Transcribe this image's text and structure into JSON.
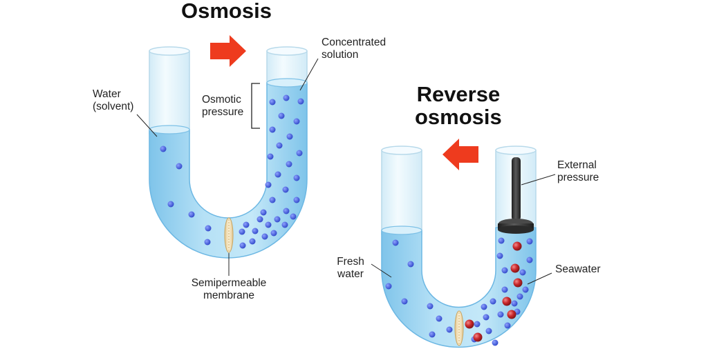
{
  "osmosis": {
    "title": "Osmosis",
    "labels": {
      "concentrated_line1": "Concentrated",
      "concentrated_line2": "solution",
      "water_line1": "Water",
      "water_line2": "(solvent)",
      "osmotic_line1": "Osmotic",
      "osmotic_line2": "pressure",
      "membrane_line1": "Semipermeable",
      "membrane_line2": "membrane"
    }
  },
  "reverse_osmosis": {
    "title_line1": "Reverse",
    "title_line2": "osmosis",
    "labels": {
      "external_line1": "External",
      "external_line2": "pressure",
      "fresh_line1": "Fresh",
      "fresh_line2": "water",
      "seawater": "Seawater"
    }
  },
  "colors": {
    "water": "#a8daf3",
    "water_edge": "#6cb7e3",
    "tube_glass": "#e3f3fb",
    "solute": "#3b56d9",
    "salt": "#c9282c",
    "arrow": "#ee3b1e",
    "membrane": "#f0dcae",
    "piston": "#3a3a3a"
  }
}
